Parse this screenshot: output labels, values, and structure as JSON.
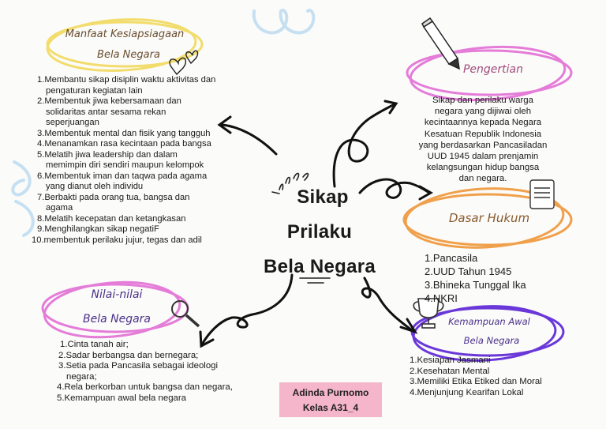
{
  "center": {
    "line1": "Sikap",
    "line2": "Prilaku",
    "line3": "Bela Negara"
  },
  "manfaat": {
    "title_line1": "Manfaat Kesiapsiagaan",
    "title_line2": "Bela Negara",
    "items": [
      "1.Membantu sikap disiplin waktu aktivitas dan",
      "pengaturan kegiatan lain",
      "2.Membentuk jiwa kebersamaan dan",
      "solidaritas antar sesama rekan",
      "seperjuangan",
      "3.Membentuk mental dan fisik yang tangguh",
      "4.Menanamkan rasa kecintaan pada bangsa",
      "5.Melatih jiwa leadership dan dalam",
      "memimpin diri sendiri maupun kelompok",
      "6.Membentuk iman dan taqwa pada agama",
      "yang dianut oleh individu",
      "7.Berbakti pada orang tua, bangsa dan",
      "agama",
      "8.Melatih kecepatan dan ketangkasan",
      "9.Menghilangkan sikap negatiF",
      "10.membentuk perilaku jujur, tegas dan adil"
    ]
  },
  "pengertian": {
    "title": "Pengertian",
    "text_lines": [
      "Sikap dan perilaku warga",
      "negara yang dijiwai oleh",
      "kecintaannya kepada Negara",
      "Kesatuan Republik Indonesia",
      "yang berdasarkan Pancasiladan",
      "UUD 1945 dalam prenjamin",
      "kelangsungan hidup bangsa",
      "dan negara."
    ]
  },
  "dasar_hukum": {
    "title": "Dasar Hukum",
    "items": [
      "1.Pancasila",
      "2.UUD Tahun 1945",
      "3.Bhineka Tunggal Ika",
      "4.NKRI"
    ]
  },
  "nilai": {
    "title_line1": "Nilai-nilai",
    "title_line2": "Bela Negara",
    "items": [
      "1.Cinta tanah air;",
      "2.Sadar berbangsa dan bernegara;",
      "3.Setia pada Pancasila sebagai ideologi",
      "negara;",
      "4.Rela berkorban untuk bangsa dan negara,",
      "5.Kemampuan awal bela negara"
    ]
  },
  "kemampuan": {
    "title_line1": "Kemampuan Awal",
    "title_line2": "Bela Negara",
    "items": [
      "1.Kesiapan Jasmani",
      "2.Kesehatan Mental",
      "3.Memiliki Etika Etiked dan Moral",
      "4.Menjunjung Kearifan Lokal"
    ]
  },
  "credit": {
    "name": "Adinda Purnomo",
    "class": "Kelas A31_4"
  },
  "colors": {
    "yellow_circle": "#f2dc6b",
    "pink_circle": "#e47cd8",
    "orange_circle": "#f0a04a",
    "purple_circle": "#6a38d8",
    "blue_deco": "#b8d8ee",
    "credit_bg": "#f5b5ca"
  }
}
